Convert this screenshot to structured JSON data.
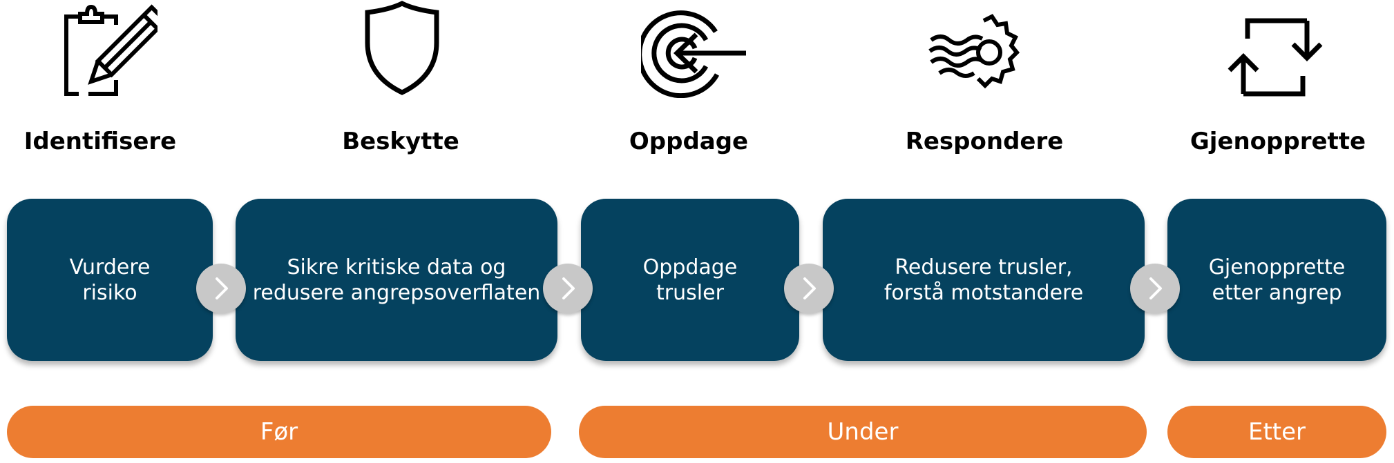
{
  "steps": [
    {
      "title": "Identifisere",
      "text": "Vurdere\nrisiko",
      "icon": "clipboard-pencil-icon"
    },
    {
      "title": "Beskytte",
      "text": "Sikre kritiske data og\nredusere angrepsoverflaten",
      "icon": "shield-icon"
    },
    {
      "title": "Oppdage",
      "text": "Oppdage\ntrusler",
      "icon": "target-arrow-icon"
    },
    {
      "title": "Respondere",
      "text": "Redusere trusler,\nforstå motstandere",
      "icon": "gear-wind-icon"
    },
    {
      "title": "Gjenopprette",
      "text": "Gjenopprette\netter angrep",
      "icon": "cycle-arrows-icon"
    }
  ],
  "phases": [
    {
      "label": "Før"
    },
    {
      "label": "Under"
    },
    {
      "label": "Etter"
    }
  ],
  "colors": {
    "box": "#05425f",
    "phase": "#ed7d31",
    "arrow": "#c8c8c8"
  }
}
